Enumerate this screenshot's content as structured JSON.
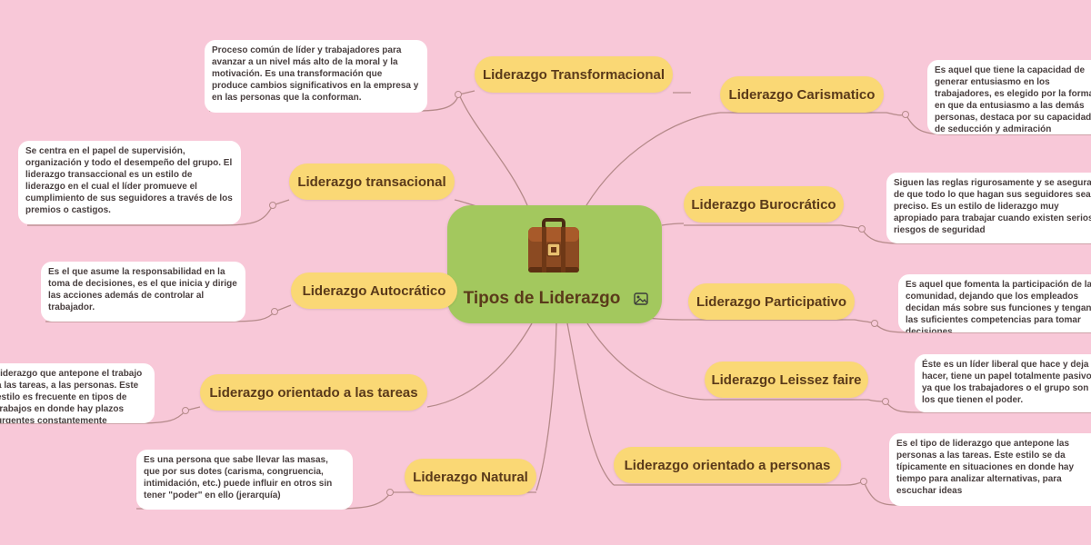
{
  "central_topic": "Tipos de Liderazgo",
  "icons": {
    "central": "briefcase-icon",
    "attachment": "image-icon"
  },
  "colors": {
    "background": "#f8c8d8",
    "central": "#a3c85e",
    "node": "#fad875",
    "note": "#ffffff",
    "line": "#b58a8a",
    "text": "#5a3a1a"
  },
  "left": [
    {
      "label": "Liderazgo Transformacional",
      "note": "Proceso común de líder y trabajadores para avanzar a un nivel más alto de la moral y la motivación. Es una transformación que produce cambios significativos en la empresa y en las personas que la conforman."
    },
    {
      "label": "Liderazgo transacional",
      "note": "Se centra en el papel de supervisión, organización y todo el desempeño del grupo. El liderazgo transaccional es un estilo de liderazgo en el cual el líder promueve el cumplimiento de sus seguidores a través de los premios o castigos."
    },
    {
      "label": "Liderazgo Autocrático",
      "note": "Es el que asume la responsabilidad en la toma de decisiones, es el que inicia y dirige las acciones además de controlar al trabajador."
    },
    {
      "label": "Liderazgo orientado a las tareas",
      "note": "Liderazgo que antepone el trabajo a las tareas, a las personas. Este estilo es frecuente en tipos de trabajos en donde hay plazos urgentes constantemente"
    },
    {
      "label": "Liderazgo Natural",
      "note": "Es una persona que sabe llevar las masas, que por sus dotes (carisma, congruencia, intimidación, etc.) puede influir en otros sin tener \"poder\" en ello (jerarquía)"
    }
  ],
  "right": [
    {
      "label": "Liderazgo Carismatico",
      "note": "Es aquel que tiene la capacidad de generar entusiasmo en los trabajadores, es elegido por la forma en que da entusiasmo a las demás personas, destaca por su capacidad de seducción y admiración"
    },
    {
      "label": "Liderazgo Burocrático",
      "note": "Siguen las reglas rigurosamente y se asegura de que todo lo que hagan sus seguidores sea preciso. Es un estilo de liderazgo muy apropiado para trabajar cuando existen serios riesgos de seguridad"
    },
    {
      "label": "Liderazgo Participativo",
      "note": "Es aquel que fomenta la participación de la comunidad, dejando que los empleados decidan más sobre sus funciones y tengan las suficientes competencias para tomar decisiones."
    },
    {
      "label": "Liderazgo Leissez faire",
      "note": "Éste es un líder liberal que hace y deja hacer, tiene un papel totalmente pasivo, ya que los trabajadores o el grupo son los  que tienen el poder."
    },
    {
      "label": "Liderazgo  orientado a personas",
      "note": "Es el tipo de liderazgo que antepone las personas a las tareas. Este estilo se da típicamente en situaciones en donde hay tiempo para analizar alternativas, para escuchar ideas"
    }
  ]
}
